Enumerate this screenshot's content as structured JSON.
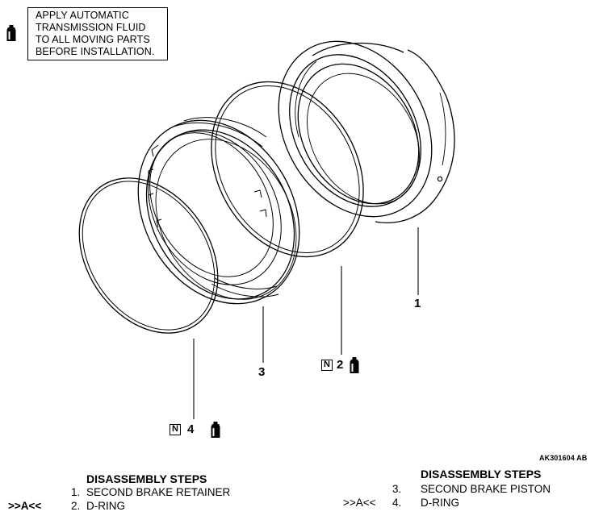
{
  "note": {
    "lines": [
      "APPLY AUTOMATIC",
      "TRANSMISSION FLUID",
      "TO ALL MOVING PARTS",
      "BEFORE INSTALLATION."
    ],
    "icon": "fluid-can-icon"
  },
  "callouts": {
    "part1": "1",
    "part2": "2",
    "part3": "3",
    "part4": "4",
    "n_mark": "N"
  },
  "reference_code": "AK301604 AB",
  "steps_left": {
    "title": "DISASSEMBLY STEPS",
    "items": [
      {
        "mark": "",
        "num": "1.",
        "text": "SECOND BRAKE RETAINER"
      },
      {
        "mark": ">>A<<",
        "num": "2.",
        "text": "D-RING"
      }
    ]
  },
  "steps_right": {
    "title": "DISASSEMBLY STEPS",
    "items": [
      {
        "mark": "",
        "num": "3.",
        "text": "SECOND BRAKE PISTON"
      },
      {
        "mark": ">>A<<",
        "num": "4.",
        "text": "D-RING"
      }
    ]
  },
  "colors": {
    "ink": "#000000",
    "paper": "#ffffff"
  }
}
